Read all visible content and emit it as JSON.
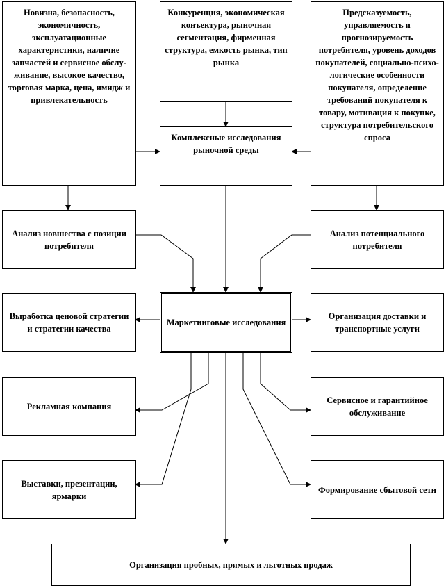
{
  "boxes": {
    "product_factors": "Новизна, безопасность, экономичность, эксплуатационные характеристики, наличие запчастей и сервисное обслу-живание, высокое качество, торговая марка, цена, имидж и привлекательность",
    "market_factors": "Конкуренция, экономическая конъектура, рыночная сегментация, фирменная структура, емкость рынка, тип рынка",
    "consumer_factors": "Предсказуемость, управляемость и прогнозируемость потребителя, уровень доходов покупателей, социально-психо-логические особенности покупателя, определение требований покупателя к товару, мотивация к покупке, структура потребительского спроса",
    "complex_research": "Комплексные исследования рыночной среды",
    "novelty_analysis": "Анализ новшества с позиции потребителя",
    "consumer_analysis": "Анализ потенциального потребителя",
    "marketing_research": "Маркетинговые исследования",
    "pricing_strategy": "Выработка ценовой стратегии и стратегии качества",
    "delivery": "Организация доставки и транспортные услуги",
    "advertising": "Рекламная компания",
    "service": "Сервисное и гарантийное обслуживание",
    "exhibitions": "Выставки, презентации, ярмарки",
    "sales_network": "Формирование сбытовой сети",
    "sales": "Организация пробных, прямых и льготных продаж"
  }
}
